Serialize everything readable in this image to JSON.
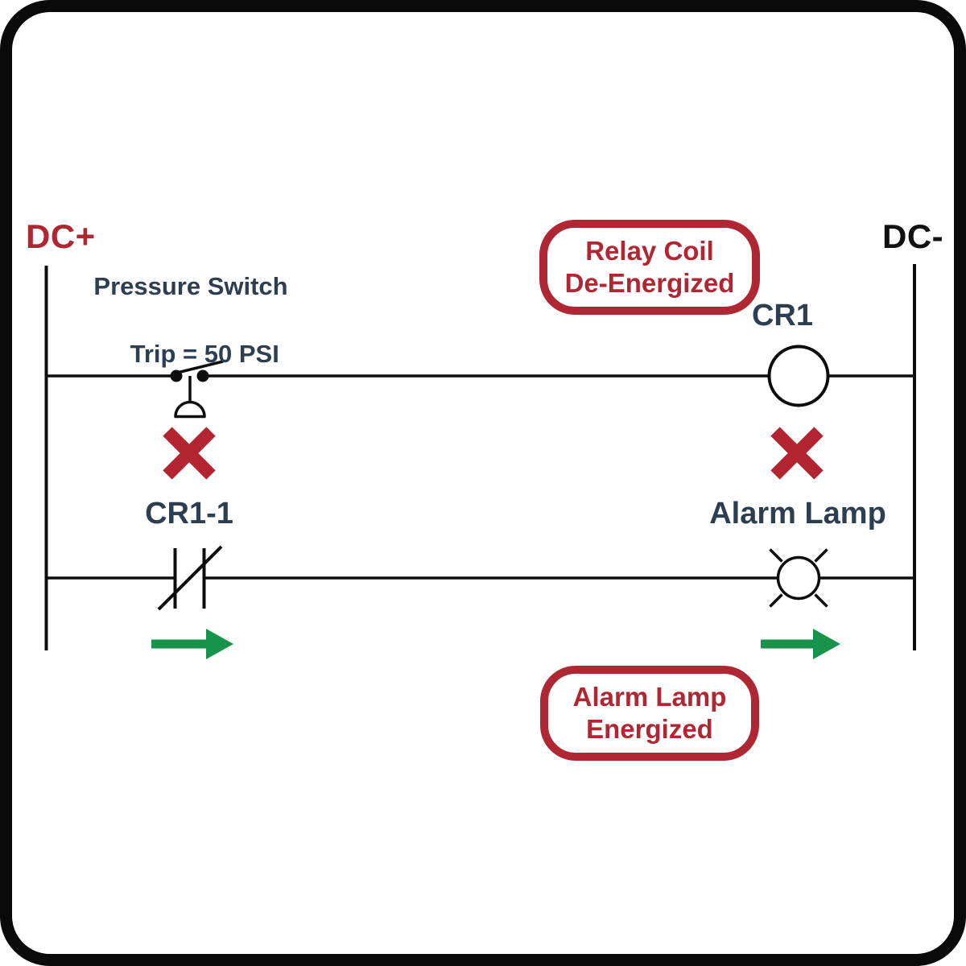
{
  "rails": {
    "positive": "DC+",
    "negative": "DC-"
  },
  "rung1": {
    "switch_label": {
      "line1": "Pressure Switch",
      "line2": "Trip = 50 PSI"
    },
    "coil_label": "CR1",
    "annotation": {
      "line1": "Relay Coil",
      "line2": "De-Energized"
    }
  },
  "rung2": {
    "contact_label": "CR1-1",
    "lamp_label": "Alarm Lamp",
    "annotation": {
      "line1": "Alarm Lamp",
      "line2": "Energized"
    }
  },
  "icons": {
    "pressure_switch": "pressure-switch-contact-symbol",
    "relay_coil": "relay-coil-circle-symbol",
    "nc_contact": "normally-closed-contact-symbol",
    "alarm_lamp": "lamp-with-rays-symbol",
    "de_energized": "red-x-icon",
    "current_flow": "green-arrow-icon"
  },
  "colors": {
    "accent_red": "#AF2733",
    "label_navy": "#2E3E51",
    "flow_green": "#17934B",
    "line_black": "#0D0D0D"
  }
}
